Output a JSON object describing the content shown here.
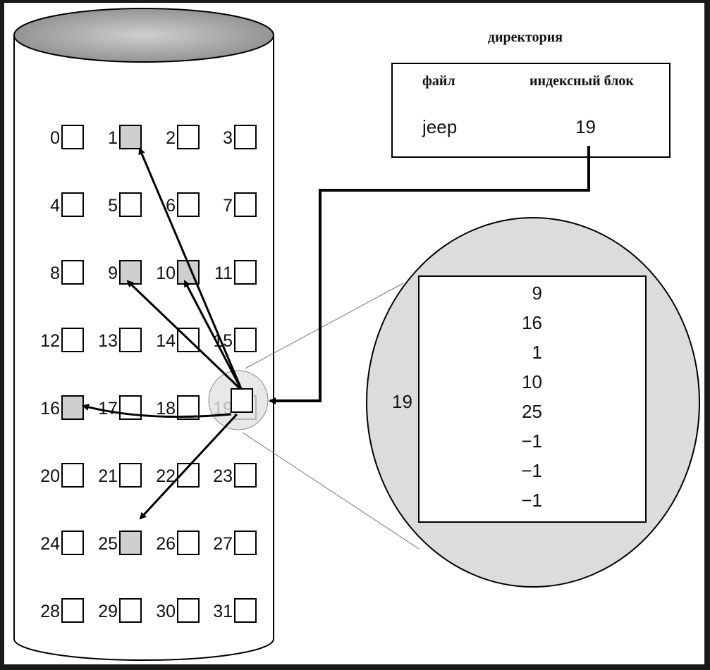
{
  "directory": {
    "title": "директория",
    "col_file": "файл",
    "col_index_block": "индексный блок",
    "file_name": "jeep",
    "index_block": "19"
  },
  "blocks": [
    "0",
    "1",
    "2",
    "3",
    "4",
    "5",
    "6",
    "7",
    "8",
    "9",
    "10",
    "11",
    "12",
    "13",
    "14",
    "15",
    "16",
    "17",
    "18",
    "19",
    "20",
    "21",
    "22",
    "23",
    "24",
    "25",
    "26",
    "27",
    "28",
    "29",
    "30",
    "31"
  ],
  "used_blocks": [
    1,
    9,
    10,
    16,
    25
  ],
  "index_block_label": "19",
  "index_entries": [
    "9",
    "16",
    "1",
    "10",
    "25",
    "−1",
    "−1",
    "−1"
  ],
  "colors": {
    "used_block": "#cfcfcf",
    "zoom_fill": "#dcdcdc",
    "disk_top": "#a8a8a8"
  }
}
